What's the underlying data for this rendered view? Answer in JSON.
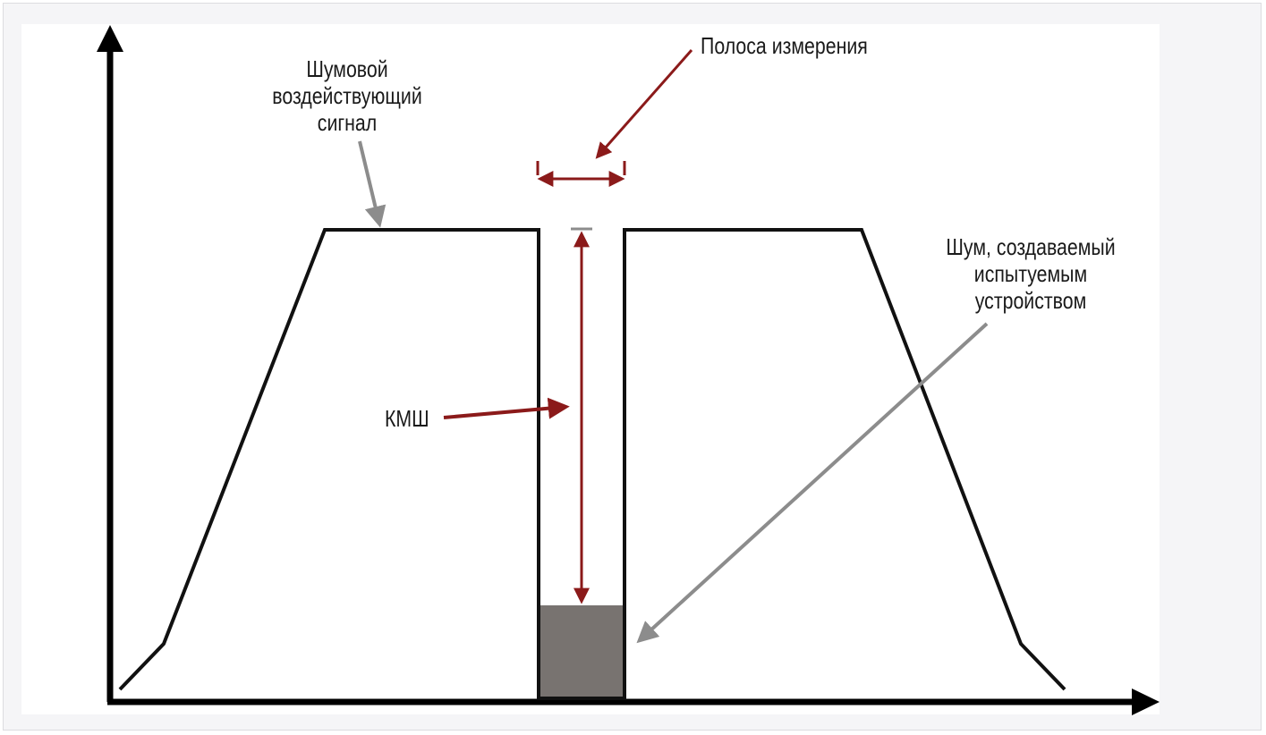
{
  "labels": {
    "noise_signal": [
      "Шумовой",
      "воздействующий",
      "сигнал"
    ],
    "measurement_band": "Полоса измерения",
    "dut_noise": [
      "Шум, создаваемый",
      "испытуемым",
      "устройством"
    ],
    "kmsh": "КМШ"
  },
  "colors": {
    "axis": "#000000",
    "curve": "#111111",
    "accent_arrow": "#8b1a1a",
    "pointer_arrow": "#8c8c8c",
    "noise_floor_fill": "#787370",
    "frame_bg": "#f5f5f7"
  }
}
